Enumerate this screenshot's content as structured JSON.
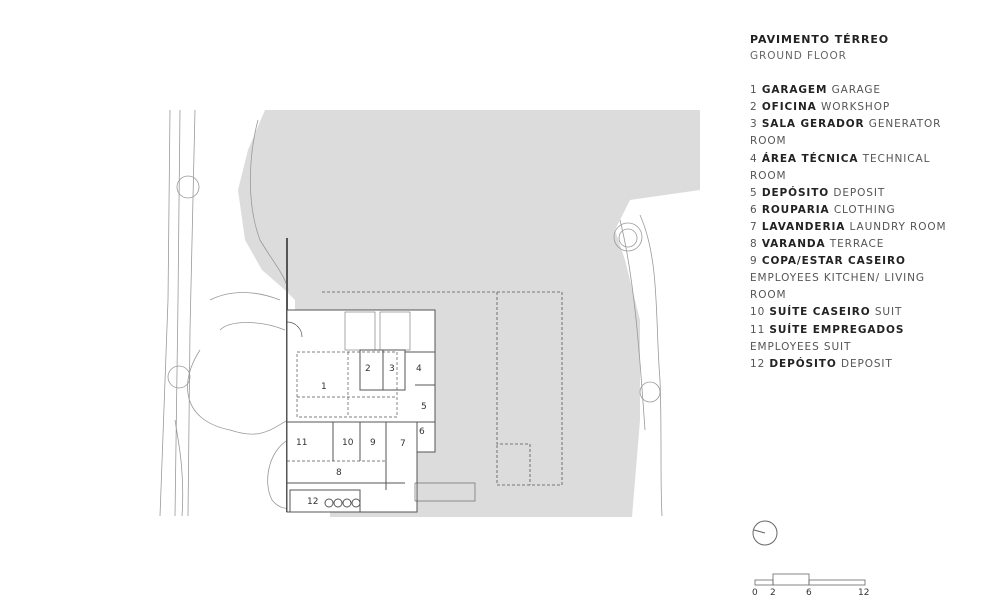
{
  "heading": {
    "title": "PAVIMENTO TÉRREO",
    "subtitle": "GROUND FLOOR"
  },
  "legend": [
    {
      "num": "1",
      "pt": "GARAGEM",
      "en": "GARAGE"
    },
    {
      "num": "2",
      "pt": "OFICINA",
      "en": "WORKSHOP"
    },
    {
      "num": "3",
      "pt": "SALA GERADOR",
      "en": "GENERATOR ROOM"
    },
    {
      "num": "4",
      "pt": "ÁREA TÉCNICA",
      "en": "TECHNICAL ROOM"
    },
    {
      "num": "5",
      "pt": "DEPÓSITO",
      "en": "DEPOSIT"
    },
    {
      "num": "6",
      "pt": "ROUPARIA",
      "en": " CLOTHING"
    },
    {
      "num": "7",
      "pt": "LAVANDERIA",
      "en": "LAUNDRY ROOM"
    },
    {
      "num": "8",
      "pt": "VARANDA",
      "en": " TERRACE"
    },
    {
      "num": "9",
      "pt": "COPA/ESTAR CASEIRO",
      "en": "EMPLOYEES KITCHEN/ LIVING ROOM"
    },
    {
      "num": "10",
      "pt": "SUÍTE CASEIRO",
      "en": "SUIT"
    },
    {
      "num": "11",
      "pt": "SUÍTE EMPREGADOS",
      "en": "EMPLOYEES SUIT"
    },
    {
      "num": "12",
      "pt": "DEPÓSITO",
      "en": "DEPOSIT"
    }
  ],
  "scale_bar": {
    "ticks": [
      "0",
      "2",
      "6",
      "12"
    ]
  },
  "plan_labels": [
    "1",
    "2",
    "3",
    "4",
    "5",
    "6",
    "7",
    "8",
    "9",
    "10",
    "11",
    "12"
  ],
  "colors": {
    "terrain": "#dcdcdc",
    "line": "#555555"
  }
}
